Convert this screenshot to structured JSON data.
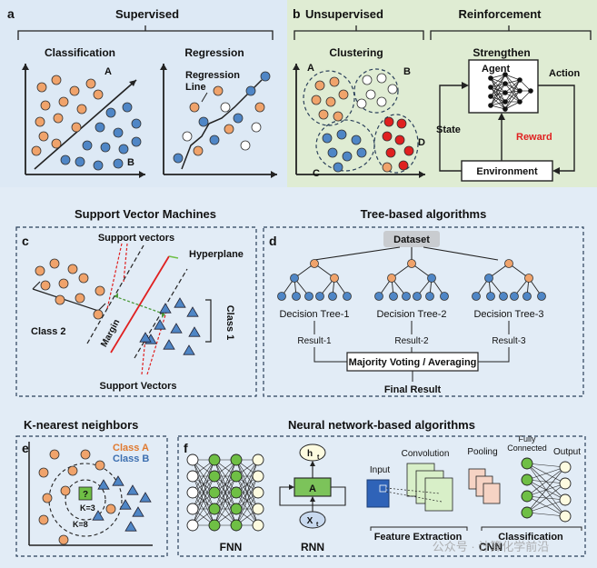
{
  "panels": {
    "a": {
      "letter": "a",
      "title": "Supervised",
      "classification": "Classification",
      "regression": "Regression",
      "regression_line": "Regression Line",
      "label_A": "A",
      "label_B": "B"
    },
    "b": {
      "letter": "b",
      "unsupervised": "Unsupervised",
      "reinforcement": "Reinforcement",
      "clustering": "Clustering",
      "strengthen": "Strengthen",
      "agent": "Agent",
      "action": "Action",
      "state": "State",
      "reward": "Reward",
      "environment": "Environment",
      "cluster_labels": [
        "A",
        "B",
        "C",
        "D"
      ]
    },
    "c": {
      "letter": "c",
      "title": "Support Vector Machines",
      "support_vectors_top": "Support vectors",
      "hyperplane": "Hyperplane",
      "class2": "Class 2",
      "margin": "Margin",
      "class1": "Class 1",
      "support_vectors_bottom": "Support Vectors"
    },
    "d": {
      "letter": "d",
      "title": "Tree-based algorithms",
      "dataset": "Dataset",
      "trees": [
        "Decision Tree-1",
        "Decision Tree-2",
        "Decision Tree-3"
      ],
      "results": [
        "Result-1",
        "Result-2",
        "Result-3"
      ],
      "voting": "Majority Voting / Averaging",
      "final": "Final Result"
    },
    "e": {
      "letter": "e",
      "title": "K-nearest neighbors",
      "class_a": "Class A",
      "class_b": "Class B",
      "query": "?",
      "k3": "K=3",
      "k8": "K=8"
    },
    "f": {
      "letter": "f",
      "title": "Neural network-based algorithms",
      "fnn": "FNN",
      "rnn": "RNN",
      "cnn": "CNN",
      "ht": "h",
      "ht_sub": "t",
      "xt": "X",
      "xt_sub": "t",
      "rnn_cell": "A",
      "input": "Input",
      "convolution": "Convolution",
      "pooling": "Pooling",
      "fully_connected": "Fully Connected",
      "output": "Output",
      "feature_extraction": "Feature Extraction",
      "classification": "Classification"
    }
  },
  "watermark": "公众号 · 计算化学前沿",
  "colors": {
    "orange": "#f0a36b",
    "blue": "#4f86c6",
    "red": "#e02020",
    "green": "#6fbf45",
    "panel_top_left": "#dde9f5",
    "panel_top_right": "#dfecd3",
    "panel_bottom": "#e2ecf6",
    "reward": "#e02020"
  }
}
